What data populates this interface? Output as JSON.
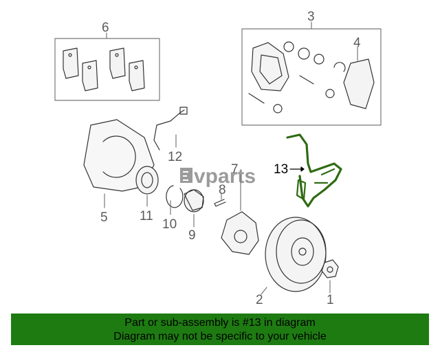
{
  "callouts": {
    "c1": "1",
    "c2": "2",
    "c3": "3",
    "c4": "4",
    "c5": "5",
    "c6": "6",
    "c7": "7",
    "c8": "8",
    "c9": "9",
    "c10": "10",
    "c11": "11",
    "c12": "12",
    "c13": "13"
  },
  "highlight_part": "13",
  "watermark_text": "vparts",
  "banner": {
    "line1": "Part or sub-assembly is #13 in diagram",
    "line2": "Diagram may not be specific to your vehicle"
  },
  "colors": {
    "banner_bg": "#1e7b12",
    "highlight": "#2e6b12",
    "line_art": "#333333",
    "callout_text": "#5a5a5a"
  }
}
